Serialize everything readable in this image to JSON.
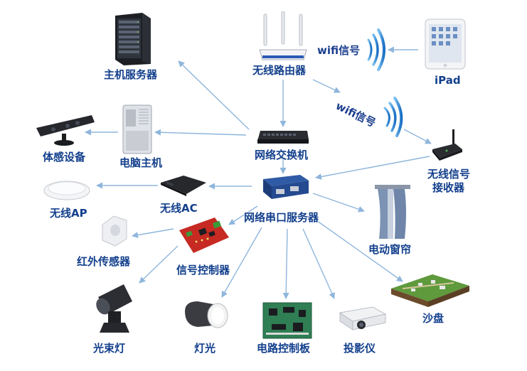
{
  "diagram": {
    "nodes": {
      "main_server": "主机服务器",
      "wireless_router": "无线路由器",
      "ipad": "iPad",
      "somatosensory": "体感设备",
      "computer_host": "电脑主机",
      "network_switch": "网络交换机",
      "wireless_receiver_line1": "无线信号",
      "wireless_receiver_line2": "接收器",
      "wireless_ap": "无线AP",
      "wireless_ac": "无线AC",
      "serial_server": "网络串口服务器",
      "infrared_sensor": "红外传感器",
      "signal_controller": "信号控制器",
      "electric_curtain": "电动窗帘",
      "beam_light": "光束灯",
      "lamp": "灯光",
      "circuit_board": "电路控制板",
      "projector": "投影仪",
      "sand_table": "沙盘"
    },
    "signals": {
      "wifi_1": "wifi信号",
      "wifi_2": "wifi信号"
    },
    "colors": {
      "label": "#123f8c",
      "arrow": "#8fb6dc",
      "wifi_arc": "#2a8ddb"
    }
  }
}
